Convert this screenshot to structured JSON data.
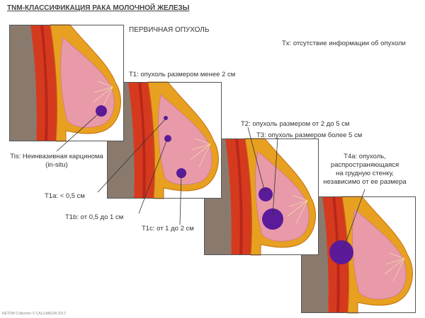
{
  "title": "TNM-КЛАССИФИКАЦИЯ РАКА МОЛОЧНОЙ ЖЕЛЕЗЫ",
  "section": "ПЕРВИЧНАЯ ОПУХОЛЬ",
  "labels": {
    "tx": "Tx: отсутствие информации об опухоли",
    "t1": "T1: опухоль размером менее 2 см",
    "t2": "T2: опухоль размером от 2 до 5 см",
    "t3": "T3: опухоль размером более 5 см",
    "t4a": [
      "T4a: опухоль,",
      "распространяющаяся",
      "на грудную стенку,",
      "независимо от ее размера"
    ],
    "tis": [
      "Tis: Неинвазивная карцинома",
      "(in-situ)"
    ],
    "t1a": "T1a: < 0,5 см",
    "t1b": "T1b: от 0,5 до 1 см",
    "t1c": "T1c: от 1 до 2 см"
  },
  "copyright": "NETOM Collection © CALLIMEDIA 2012",
  "colors": {
    "tumor": "#5a1a9a",
    "gland": "#e89aa8",
    "fat": "#e8a020",
    "muscle": "#d63a1e",
    "chest": "#8a7a6e"
  }
}
